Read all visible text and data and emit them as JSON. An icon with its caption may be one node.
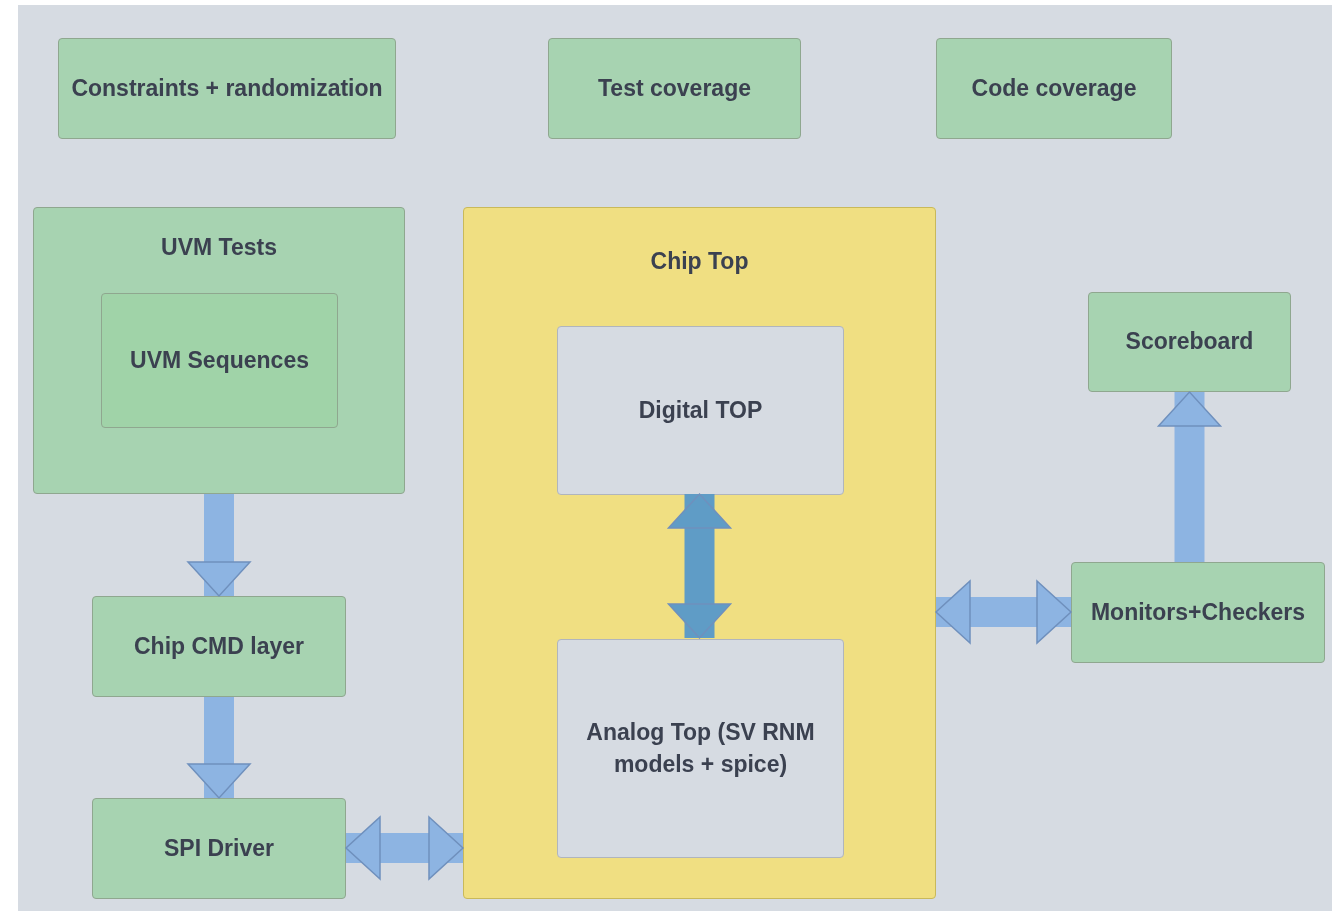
{
  "diagram": {
    "nodes": [
      {
        "text": [
          "Constraints + randomization"
        ]
      },
      {
        "text": [
          "Test coverage"
        ]
      },
      {
        "text": [
          "Code coverage"
        ]
      },
      {
        "text": [
          "UVM Tests"
        ]
      },
      {
        "text": [
          "UVM Sequences"
        ],
        "in": 3
      },
      {
        "text": [
          "Chip CMD layer"
        ]
      },
      {
        "text": [
          "SPI Driver"
        ]
      },
      {
        "text": [
          "Chip Top"
        ]
      },
      {
        "text": [
          "Digital TOP"
        ],
        "in": 7
      },
      {
        "text": [
          "Analog Top (SV RNM models + spice)"
        ],
        "in": 7
      },
      {
        "text": [
          "Scoreboard"
        ]
      },
      {
        "text": [
          "Monitors+Checkers"
        ]
      }
    ],
    "edges": [
      {
        "from": 3,
        "to": 5,
        "arrow": "to"
      },
      {
        "from": 5,
        "to": 6,
        "arrow": "to"
      },
      {
        "from": 6,
        "to": 7,
        "arrow": "both"
      },
      {
        "from": 8,
        "to": 9,
        "arrow": "both",
        "color": "#5f9cc6"
      },
      {
        "from": 7,
        "to": 11,
        "arrow": "both"
      },
      {
        "from": 11,
        "to": 10,
        "arrow": "to"
      }
    ]
  }
}
